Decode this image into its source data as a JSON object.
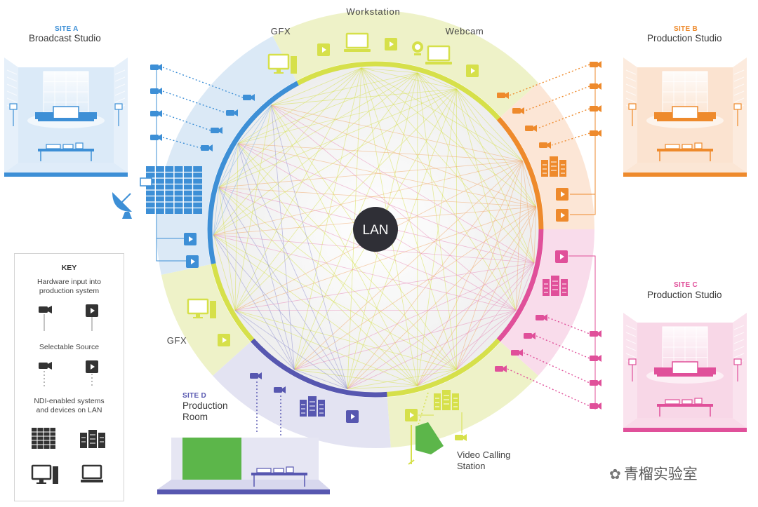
{
  "center_label": "LAN",
  "ring_labels": {
    "workstation": "Workstation",
    "gfx_top": "GFX",
    "webcam": "Webcam",
    "gfx_left": "GFX",
    "video_calling": "Video Calling\nStation"
  },
  "sites": {
    "a": {
      "tag": "SITE A",
      "name": "Broadcast Studio",
      "color": "#3d8fd6"
    },
    "b": {
      "tag": "SITE B",
      "name": "Production Studio",
      "color": "#ee8a2c"
    },
    "c": {
      "tag": "SITE C",
      "name": "Production Studio",
      "color": "#e0509a"
    },
    "d": {
      "tag": "SITE D",
      "name": "Production\nRoom",
      "color": "#5757b0"
    }
  },
  "key": {
    "title": "KEY",
    "hardware": "Hardware input into\nproduction system",
    "selectable": "Selectable Source",
    "ndi": "NDI-enabled systems\nand devices on LAN"
  },
  "watermark": "青榴实验室",
  "colors": {
    "blue": "#3d8fd6",
    "orange": "#ee8a2c",
    "pink": "#e0509a",
    "purple": "#5757b0",
    "yellow": "#d6e04a",
    "green": "#5cb64a",
    "dark": "#2f2f36"
  }
}
